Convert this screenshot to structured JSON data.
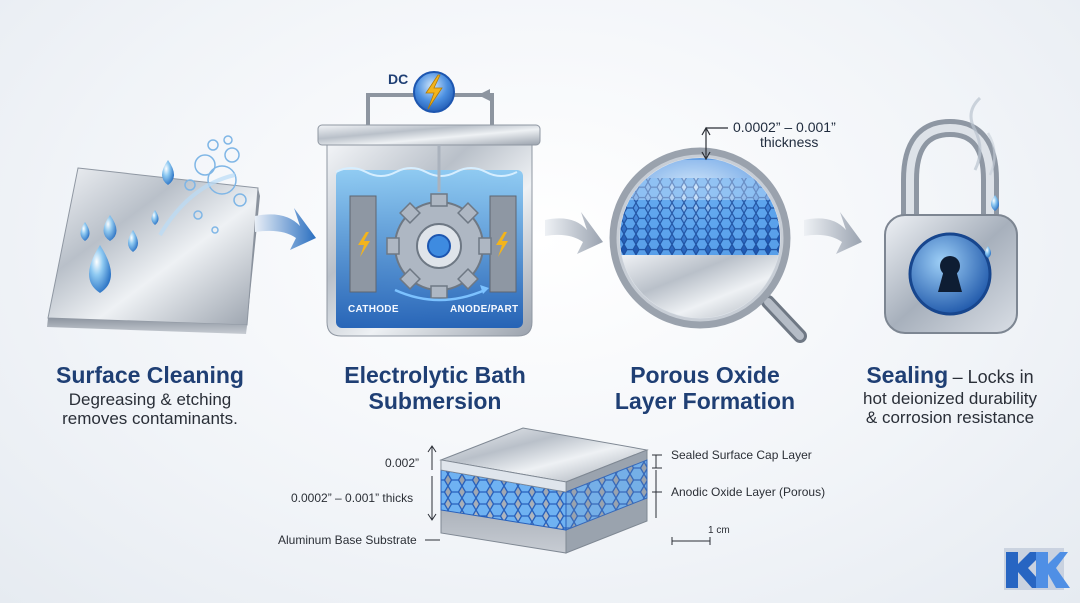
{
  "colors": {
    "title_blue": "#1f3f74",
    "water_blue": "#2f7fd0",
    "metal": "#c9ced6",
    "bolt": "#f3b41b",
    "arrow_blue": "#2a6fc0"
  },
  "steps": [
    {
      "title": "Surface Cleaning",
      "desc1": "Degreasing & etching",
      "desc2": "removes contaminants."
    },
    {
      "title1": "Electrolytic Bath",
      "title2": "Submersion",
      "power_label": "DC",
      "cathode_label": "CATHODE",
      "anode_label": "ANODE/PART"
    },
    {
      "title1": "Porous Oxide",
      "title2": "Layer Formation",
      "thickness_value": "0.0002” – 0.001”",
      "thickness_word": "thickness"
    },
    {
      "title": "Sealing",
      "title_rest": "– Locks in",
      "desc1": "hot deionized durability",
      "desc2": "& corrosion resistance"
    }
  ],
  "cross_section": {
    "cap_thickness": "0.002”",
    "oxide_thickness": "0.0002” – 0.001” thicks",
    "substrate_label": "Aluminum Base Substrate",
    "cap_label": "Sealed Surface Cap Layer",
    "oxide_label": "Anodic Oxide Layer (Porous)",
    "scale_label": "1 cm"
  },
  "logo": {
    "text": "KK"
  }
}
